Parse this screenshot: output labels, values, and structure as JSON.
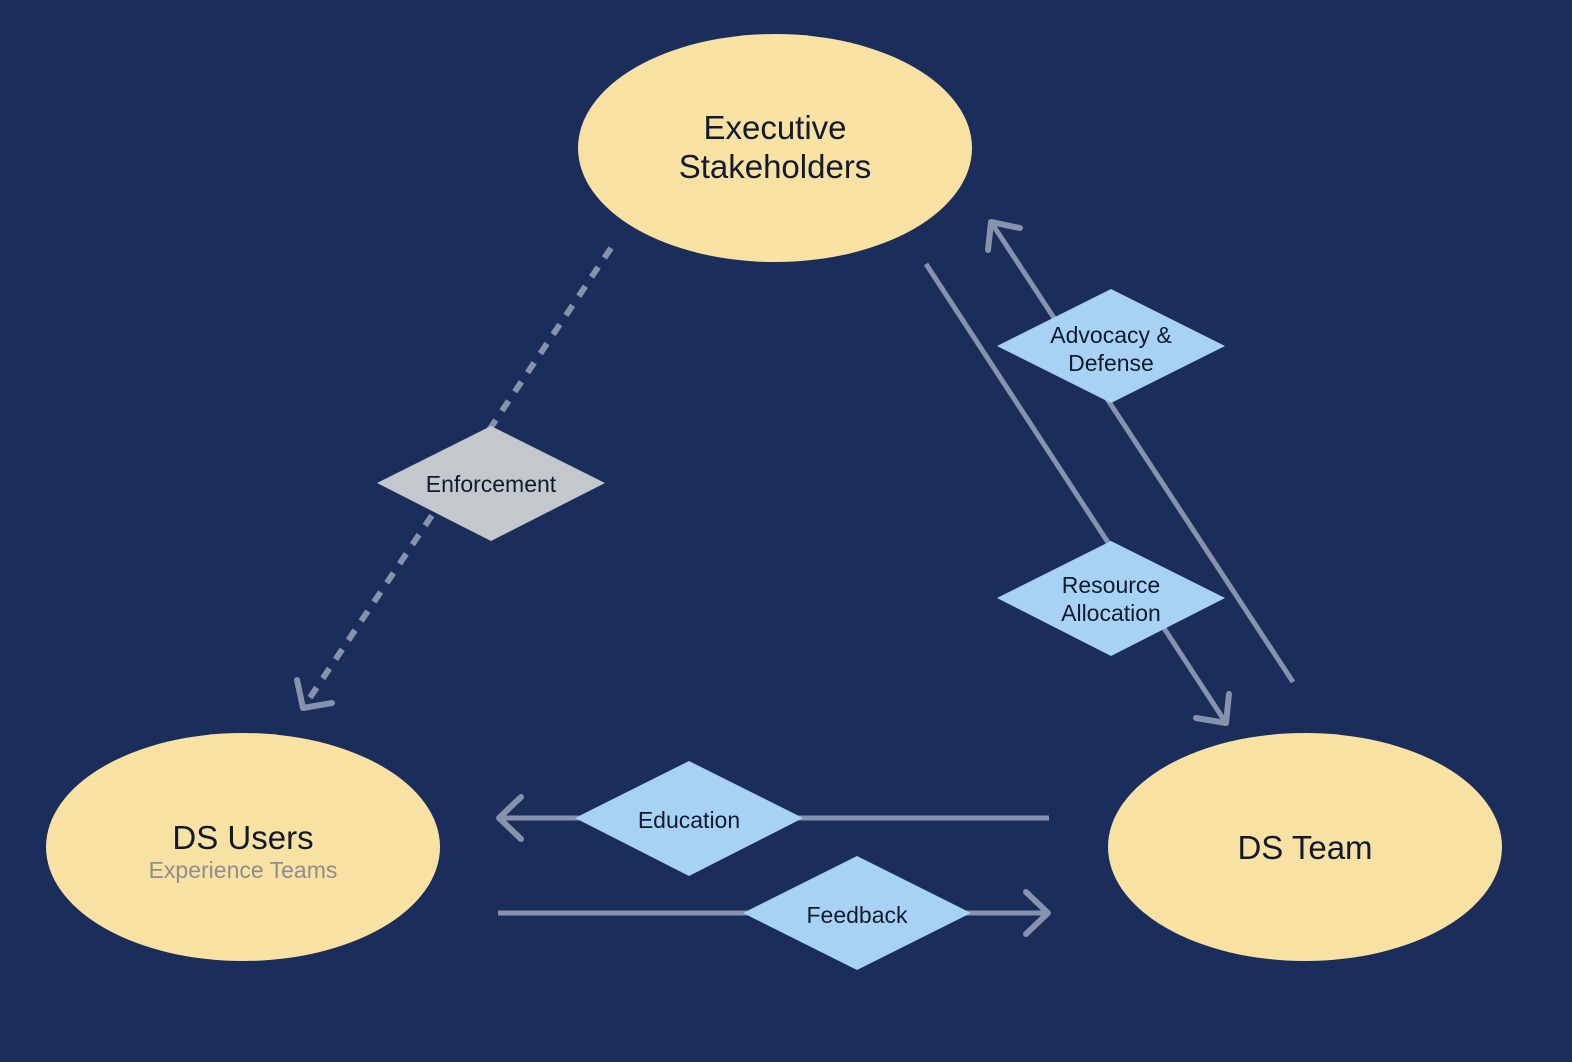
{
  "colors": {
    "background": "#1b2d5a",
    "node_fill": "#f7e1a3",
    "node_text": "#111a2e",
    "subtext": "#8e8e8e",
    "connector": "#8792ad",
    "diamond_blue": "#a8d2f4",
    "diamond_gray": "#c3c8cd"
  },
  "nodes": {
    "executive": {
      "line1": "Executive",
      "line2": "Stakeholders"
    },
    "users": {
      "title": "DS Users",
      "subtitle": "Experience Teams"
    },
    "team": {
      "title": "DS Team"
    }
  },
  "relations": {
    "enforcement": {
      "label": "Enforcement",
      "style": "dotted"
    },
    "advocacy": {
      "line1": "Advocacy &",
      "line2": "Defense"
    },
    "resource": {
      "line1": "Resource",
      "line2": "Allocation"
    },
    "education": {
      "label": "Education"
    },
    "feedback": {
      "label": "Feedback"
    }
  }
}
